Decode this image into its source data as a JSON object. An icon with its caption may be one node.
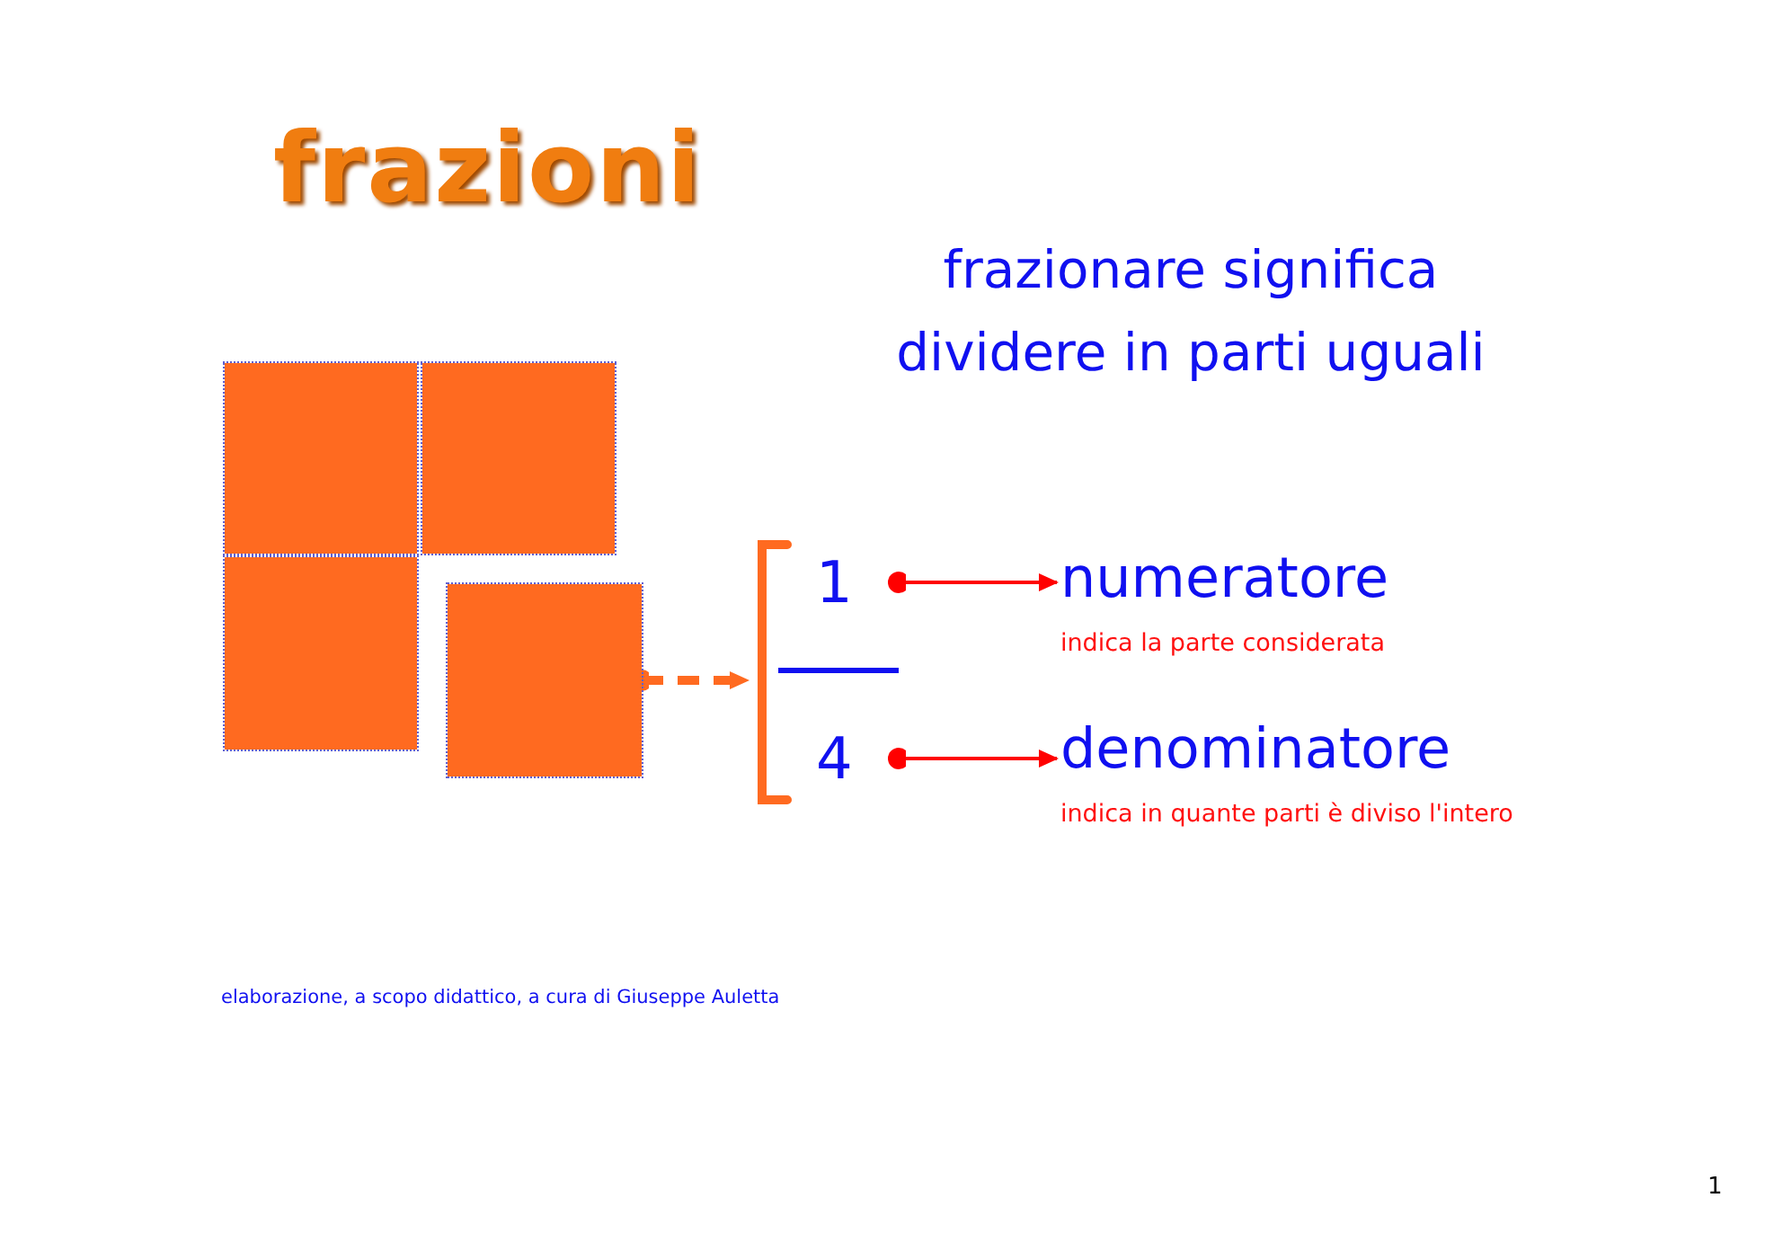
{
  "diagram": {
    "title": "frazioni",
    "nodes": [
      {
        "text": [],
        "shape": "box"
      },
      {
        "text": [],
        "shape": "box"
      },
      {
        "text": [],
        "shape": "box"
      },
      {
        "text": [],
        "shape": "box"
      },
      {
        "text": [],
        "shape": "bracket"
      },
      {
        "text": [
          "1"
        ],
        "in": 4
      },
      {
        "text": [
          "4"
        ],
        "in": 4
      },
      {
        "text": [
          "numeratore"
        ],
        "beside": [
          "indica la parte considerata"
        ]
      },
      {
        "text": [
          "denominatore"
        ],
        "beside": [
          "indica in quante parti è diviso l'intero"
        ]
      }
    ],
    "edges": [
      {
        "from": 3,
        "to": 4,
        "arrow": "to",
        "style": "dashed",
        "color": "#ff6a20"
      },
      {
        "from": 5,
        "to": 7,
        "arrow": "to",
        "color": "#ff0000"
      },
      {
        "from": 6,
        "to": 8,
        "arrow": "to",
        "color": "#ff0000"
      }
    ],
    "labels": [
      "frazionare significa dividere in parti uguali",
      "elaborazione, a scopo didattico, a cura di Giuseppe Auletta",
      "1"
    ]
  }
}
